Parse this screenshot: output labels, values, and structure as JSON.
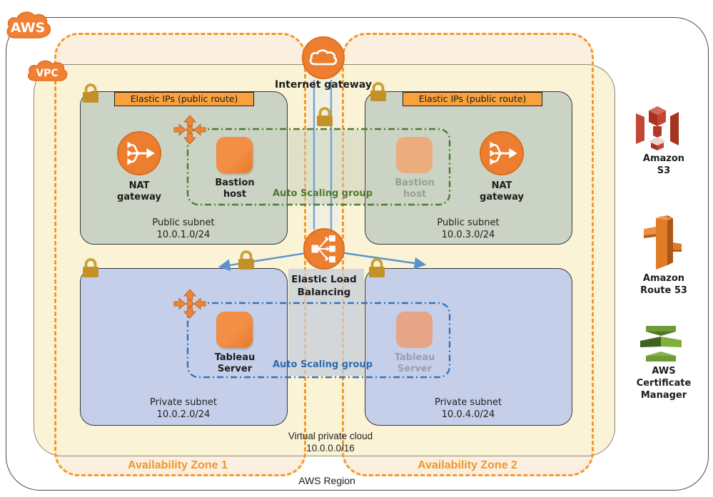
{
  "branding": {
    "aws_logo": "AWS",
    "vpc_logo": "VPC",
    "region_label": "AWS Region"
  },
  "availability_zones": [
    {
      "label": "Availability Zone 1"
    },
    {
      "label": "Availability Zone 2"
    }
  ],
  "vpc_caption": {
    "line1": "Virtual private cloud",
    "line2": "10.0.0.0/16"
  },
  "internet_gateway": {
    "label": "Internet gateway"
  },
  "elastic_load_balancing": {
    "line1": "Elastic Load",
    "line2": "Balancing"
  },
  "elastic_ip_labels": {
    "left": "Elastic IPs (public route)",
    "right": "Elastic IPs (public route)"
  },
  "subnets": [
    {
      "name": "public-subnet-1",
      "caption": "Public subnet",
      "cidr": "10.0.1.0/24"
    },
    {
      "name": "public-subnet-2",
      "caption": "Public subnet",
      "cidr": "10.0.3.0/24"
    },
    {
      "name": "private-subnet-1",
      "caption": "Private subnet",
      "cidr": "10.0.2.0/24"
    },
    {
      "name": "private-subnet-2",
      "caption": "Private subnet",
      "cidr": "10.0.4.0/24"
    }
  ],
  "nodes": {
    "nat_gateway": {
      "line1": "NAT",
      "line2": "gateway"
    },
    "bastion_host": {
      "line1": "Bastion",
      "line2": "host"
    },
    "tableau_server": {
      "line1": "Tableau",
      "line2": "Server"
    }
  },
  "auto_scaling": {
    "public_label": "Auto Scaling group",
    "private_label": "Auto Scaling group"
  },
  "services": [
    {
      "name": "amazon-s3",
      "lines": [
        "Amazon",
        "S3"
      ]
    },
    {
      "name": "amazon-route-53",
      "lines": [
        "Amazon",
        "Route 53"
      ]
    },
    {
      "name": "aws-certificate-manager",
      "lines": [
        "AWS",
        "Certificate",
        "Manager"
      ]
    }
  ],
  "colors": {
    "aws_orange": "#F08033",
    "az_dash_orange": "#F2992E",
    "az_fill": "#FBF0DF",
    "vpc_fill": "#FBF3D6",
    "public_subnet_fill": "#CBD3C4",
    "private_subnet_fill": "#C6CFE9",
    "eip_label_bg": "#F9A13B",
    "asg_green": "#4C7A2E",
    "asg_blue": "#2B6CB3",
    "arrow_blue": "#5B93CC",
    "lock_gold": "#C39128",
    "s3_red": "#C44735",
    "route53_orange": "#E07B28",
    "acm_green": "#6F9B36"
  }
}
